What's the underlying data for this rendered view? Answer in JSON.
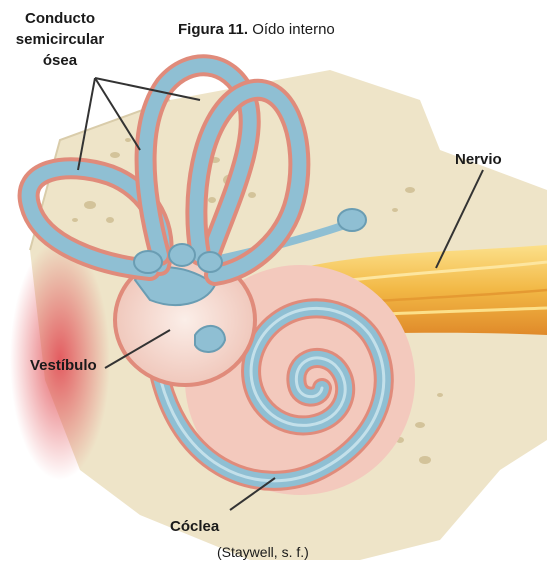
{
  "figure": {
    "number": "Figura 11.",
    "title": "Oído interno",
    "source": "(Staywell, s. f.)"
  },
  "labels": {
    "semicircular_line1": "Conducto",
    "semicircular_line2": "semicircular",
    "semicircular_line3": "ósea",
    "nerve": "Nervio",
    "vestibule": "Vestíbulo",
    "cochlea": "Cóclea"
  },
  "colors": {
    "bone": "#eee4c8",
    "duct": "#8fbfd3",
    "duct_outline": "#e08b7b",
    "nerve": "#f2b845",
    "tissue": "#e2555b"
  }
}
